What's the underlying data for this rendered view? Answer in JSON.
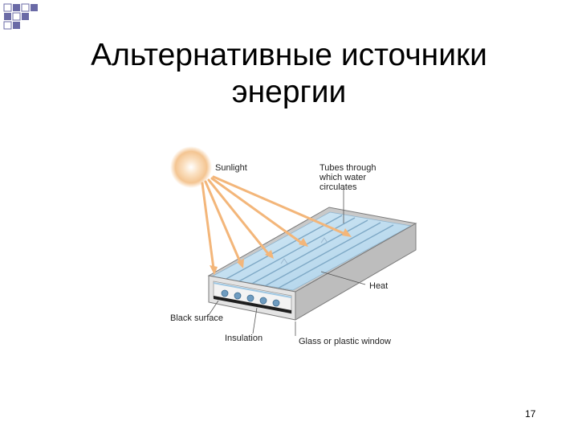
{
  "slide": {
    "title_line1": "Альтернативные источники",
    "title_line2": "энергии",
    "page_number": "17"
  },
  "colors": {
    "accent_squares": "#6a6aa6",
    "sun": "#f4c592",
    "light_ray": "#f3b67a",
    "collector_glass": "#a9cfe8",
    "collector_frame": "#c9c9c9",
    "black_surface": "#1e1e1e"
  },
  "diagram": {
    "labels": {
      "sunlight": "Sunlight",
      "tubes_line1": "Tubes through",
      "tubes_line2": "which water",
      "tubes_line3": "circulates",
      "heat": "Heat",
      "black_surface": "Black surface",
      "insulation": "Insulation",
      "glass_window": "Glass or plastic window"
    }
  }
}
